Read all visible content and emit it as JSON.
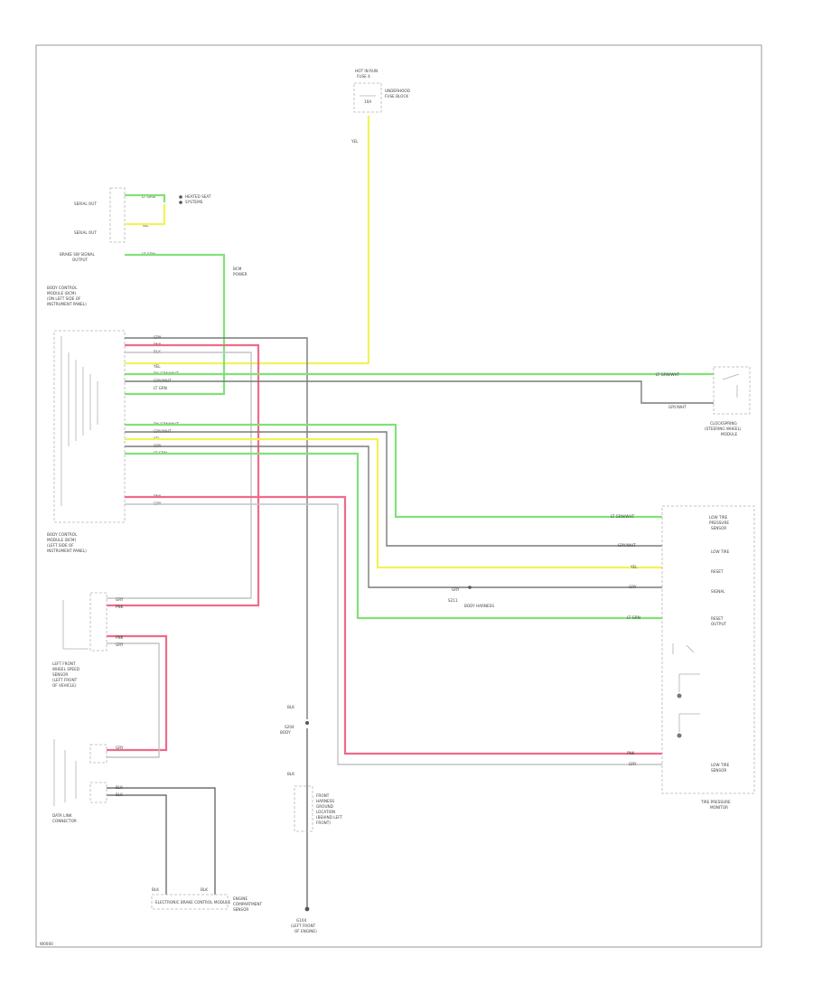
{
  "colors": {
    "yellow": "#f2f25a",
    "green": "#82e07a",
    "pink": "#f06a8a",
    "gray": "#7a7a7a",
    "light_gray": "#c4c4c4",
    "black": "#555555"
  },
  "labels": {
    "top_fuse": [
      "HOT IN RUN",
      "FUSE 4",
      "10A"
    ],
    "top_fuse_side": [
      "UNDERHOOD",
      "FUSE BLOCK"
    ],
    "top_fuse_wire": "YEL",
    "serial_out_1": "SERIAL OUT",
    "serial_out_2": "SERIAL OUT",
    "serial_wire_1": "LT GRN",
    "serial_wire_2": "YEL",
    "serial_dest": [
      "HEATED SEAT",
      "SYSTEMS"
    ],
    "brake_switch": [
      "BRAKE SW SIGNAL",
      "OUTPUT"
    ],
    "brake_wire": "LT GRN",
    "brake_dest": [
      "BCM",
      "POWER"
    ],
    "module_left": [
      "BODY CONTROL",
      "MODULE (BCM)",
      "(ON LEFT SIDE OF",
      "INSTRUMENT PANEL)"
    ],
    "module_wires": [
      "GRY",
      "PNK",
      "BLK",
      "YEL",
      "DK GRN/WHT",
      "GRY/WHT",
      "LT GRN"
    ],
    "module_wires_2": [
      "DK GRN/WHT",
      "GRY/WHT",
      "YEL",
      "GRY",
      "LT GRN"
    ],
    "module_wires_3": [
      "PNK",
      "GRY"
    ],
    "module_lower": [
      "BODY CONTROL",
      "MODULE (BCM)",
      "(LEFT SIDE OF",
      "INSTRUMENT PANEL)"
    ],
    "right_top": [
      "LT GRN/WHT",
      "GRY/WHT"
    ],
    "right_top_dest": [
      "CLOCKSPRING",
      "(STEERING WHEEL)",
      "MODULE"
    ],
    "right_module": [
      "LOW TIRE",
      "PRESSURE",
      "SENSOR",
      "LOW TIRE",
      "RESET",
      "SIGNAL",
      "RESET",
      "OUTPUT",
      "LOW TIRE",
      "SENSOR"
    ],
    "right_module_wires": [
      "LT GRN/WHT",
      "GRY/WHT",
      "YEL",
      "GRY",
      "LT GRN",
      "PNK",
      "GRY"
    ],
    "right_module_name": [
      "TIRE PRESSURE",
      "MONITOR"
    ],
    "splice_label": [
      "S211",
      "BODY HARNESS"
    ],
    "splice_wire": "GRY",
    "left_sensor": [
      "LEFT FRONT",
      "WHEEL SPEED",
      "SENSOR",
      "(LEFT FRONT",
      "OF VEHICLE)"
    ],
    "left_sensor_wires": [
      "GRY",
      "PNK",
      "PNK",
      "GRY"
    ],
    "ground_splice": [
      "S204",
      "BODY"
    ],
    "ground_mid": [
      "FRONT",
      "HARNESS",
      "GROUND",
      "LOCATION",
      "(BEHIND LEFT",
      "FRONT)"
    ],
    "ground_wire_1": "BLK",
    "ground_wire_2": "BLK",
    "lower_left": [
      "DATA LINK",
      "CONNECTOR"
    ],
    "lower_left_wires": [
      "GRY",
      "BLK",
      "BLK"
    ],
    "bottom_box": "ELECTRONIC BRAKE CONTROL MODULE",
    "bottom_side": [
      "ENGINE",
      "COMPARTMENT",
      "SENSOR"
    ],
    "bottom_wires": [
      "BLK",
      "BLK"
    ],
    "ground_bottom": [
      "G104",
      "(LEFT FRONT",
      "OF ENGINE)"
    ],
    "footer": "W0000"
  }
}
